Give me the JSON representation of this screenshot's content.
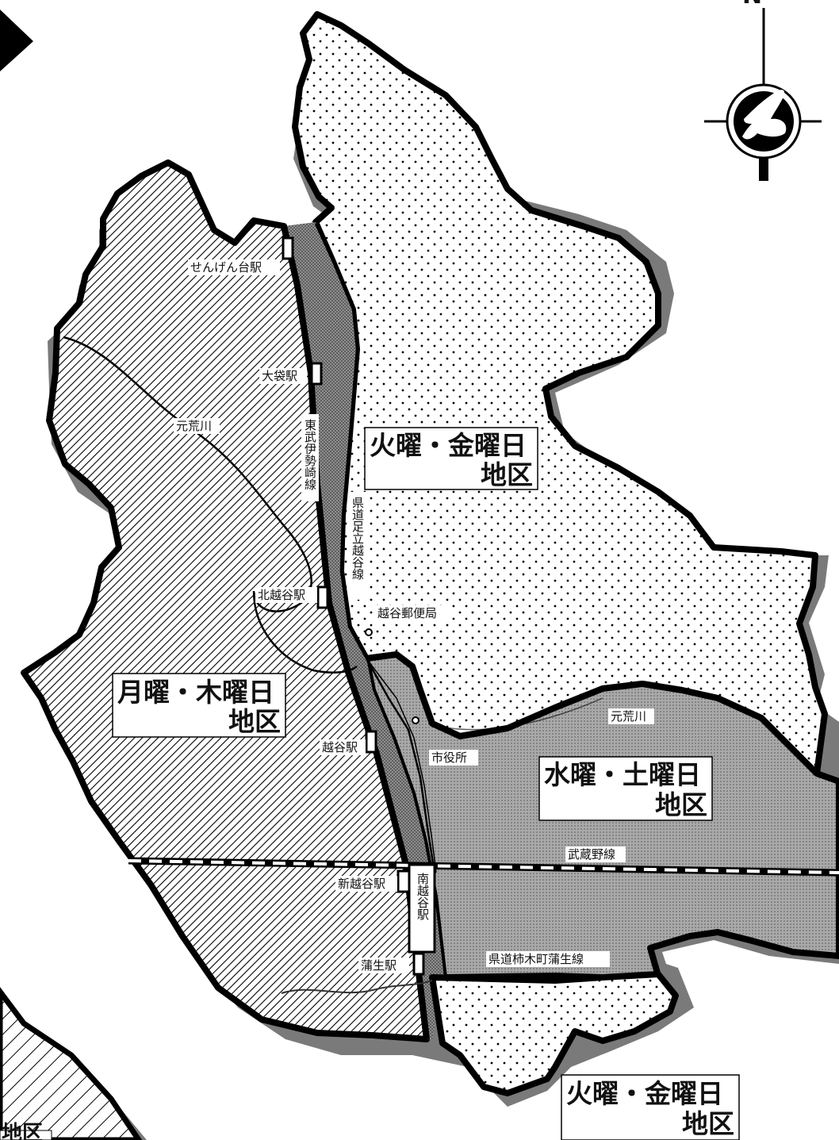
{
  "compass": {
    "north_letter": "N",
    "icon": "compass-bird-icon"
  },
  "districts": {
    "tue_fri_north": {
      "line1": "火曜・金曜日",
      "line2": "地区"
    },
    "mon_thu": {
      "line1": "月曜・木曜日",
      "line2": "地区"
    },
    "wed_sat": {
      "line1": "水曜・土曜日",
      "line2": "地区"
    },
    "tue_fri_south": {
      "line1": "火曜・金曜日",
      "line2": "地区"
    },
    "edge_partial": "地区"
  },
  "stations": {
    "sengendai": "せんげん台駅",
    "ofukuro": "大袋駅",
    "kitakoshigaya": "北越谷駅",
    "koshigaya": "越谷駅",
    "shinkoshigaya": "新越谷駅",
    "minamikoshigaya": "南越谷駅",
    "gamo": "蒲生駅"
  },
  "lines": {
    "tobu_isesaki": "東武伊勢崎線",
    "prefectural_adachi": "県道足立越谷線",
    "musashino": "武蔵野線",
    "prefectural_kakinoki": "県道柿木町蒲生線"
  },
  "rivers": {
    "motoarakawa_west": "元荒川",
    "motoarakawa_east": "元荒川"
  },
  "landmarks": {
    "post_office": "越谷郵便局",
    "city_hall": "市役所"
  },
  "colors": {
    "outline": "#000000",
    "background": "#ffffff",
    "hatch": "#000000",
    "shadow": "#7a7a7a"
  }
}
